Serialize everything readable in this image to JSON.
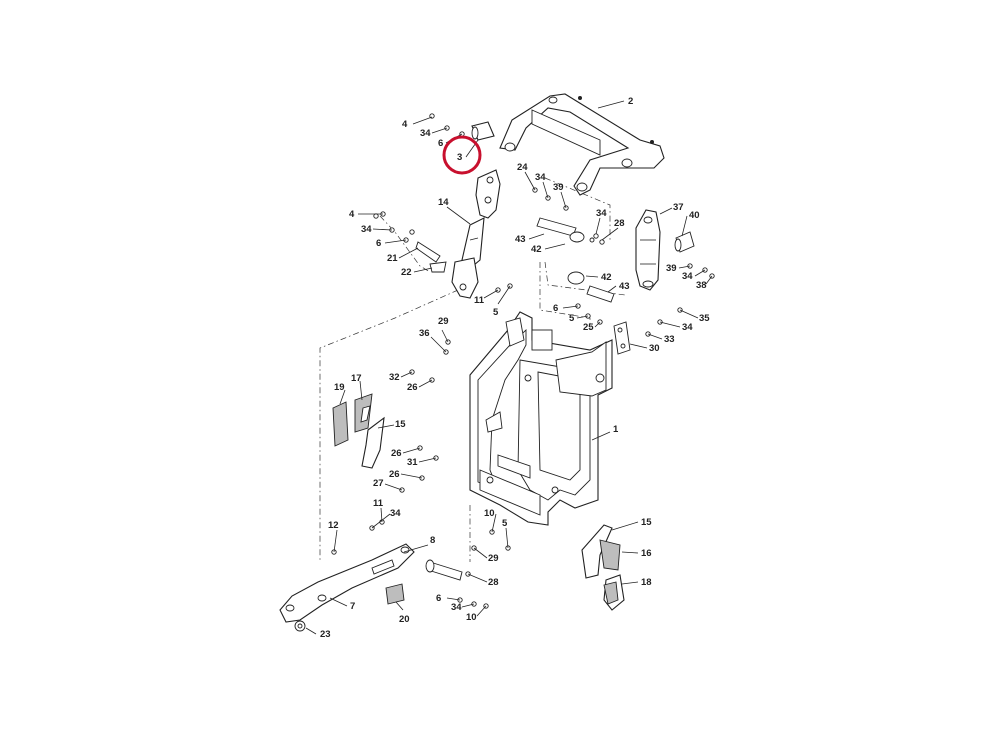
{
  "callouts": [
    {
      "id": "c2",
      "text": "2"
    },
    {
      "id": "c4a",
      "text": "4"
    },
    {
      "id": "c34a",
      "text": "34"
    },
    {
      "id": "c6a",
      "text": "6"
    },
    {
      "id": "c3",
      "text": "3"
    },
    {
      "id": "c24",
      "text": "24"
    },
    {
      "id": "c34b",
      "text": "34"
    },
    {
      "id": "c39a",
      "text": "39"
    },
    {
      "id": "c14",
      "text": "14"
    },
    {
      "id": "c4b",
      "text": "4"
    },
    {
      "id": "c34c",
      "text": "34"
    },
    {
      "id": "c6b",
      "text": "6"
    },
    {
      "id": "c21",
      "text": "21"
    },
    {
      "id": "c22",
      "text": "22"
    },
    {
      "id": "c34d",
      "text": "34"
    },
    {
      "id": "c28a",
      "text": "28"
    },
    {
      "id": "c43a",
      "text": "43"
    },
    {
      "id": "c42a",
      "text": "42"
    },
    {
      "id": "c37",
      "text": "37"
    },
    {
      "id": "c40",
      "text": "40"
    },
    {
      "id": "c39b",
      "text": "39"
    },
    {
      "id": "c34e",
      "text": "34"
    },
    {
      "id": "c38",
      "text": "38"
    },
    {
      "id": "c42b",
      "text": "42"
    },
    {
      "id": "c43b",
      "text": "43"
    },
    {
      "id": "c11a",
      "text": "11"
    },
    {
      "id": "c5a",
      "text": "5"
    },
    {
      "id": "c6c",
      "text": "6"
    },
    {
      "id": "c5b",
      "text": "5"
    },
    {
      "id": "c25",
      "text": "25"
    },
    {
      "id": "c34f",
      "text": "34"
    },
    {
      "id": "c35",
      "text": "35"
    },
    {
      "id": "c33",
      "text": "33"
    },
    {
      "id": "c30",
      "text": "30"
    },
    {
      "id": "c29a",
      "text": "29"
    },
    {
      "id": "c36",
      "text": "36"
    },
    {
      "id": "c32",
      "text": "32"
    },
    {
      "id": "c26a",
      "text": "26"
    },
    {
      "id": "c19",
      "text": "19"
    },
    {
      "id": "c17",
      "text": "17"
    },
    {
      "id": "c15a",
      "text": "15"
    },
    {
      "id": "c1",
      "text": "1"
    },
    {
      "id": "c26b",
      "text": "26"
    },
    {
      "id": "c31",
      "text": "31"
    },
    {
      "id": "c26c",
      "text": "26"
    },
    {
      "id": "c27",
      "text": "27"
    },
    {
      "id": "c11b",
      "text": "11"
    },
    {
      "id": "c34g",
      "text": "34"
    },
    {
      "id": "c12",
      "text": "12"
    },
    {
      "id": "c10a",
      "text": "10"
    },
    {
      "id": "c5c",
      "text": "5"
    },
    {
      "id": "c29b",
      "text": "29"
    },
    {
      "id": "c8",
      "text": "8"
    },
    {
      "id": "c28b",
      "text": "28"
    },
    {
      "id": "c15b",
      "text": "15"
    },
    {
      "id": "c16",
      "text": "16"
    },
    {
      "id": "c18",
      "text": "18"
    },
    {
      "id": "c7",
      "text": "7"
    },
    {
      "id": "c20",
      "text": "20"
    },
    {
      "id": "c6d",
      "text": "6"
    },
    {
      "id": "c34h",
      "text": "34"
    },
    {
      "id": "c10b",
      "text": "10"
    },
    {
      "id": "c23",
      "text": "23"
    }
  ],
  "highlight": {
    "callout": "3",
    "color": "#c8102e"
  }
}
